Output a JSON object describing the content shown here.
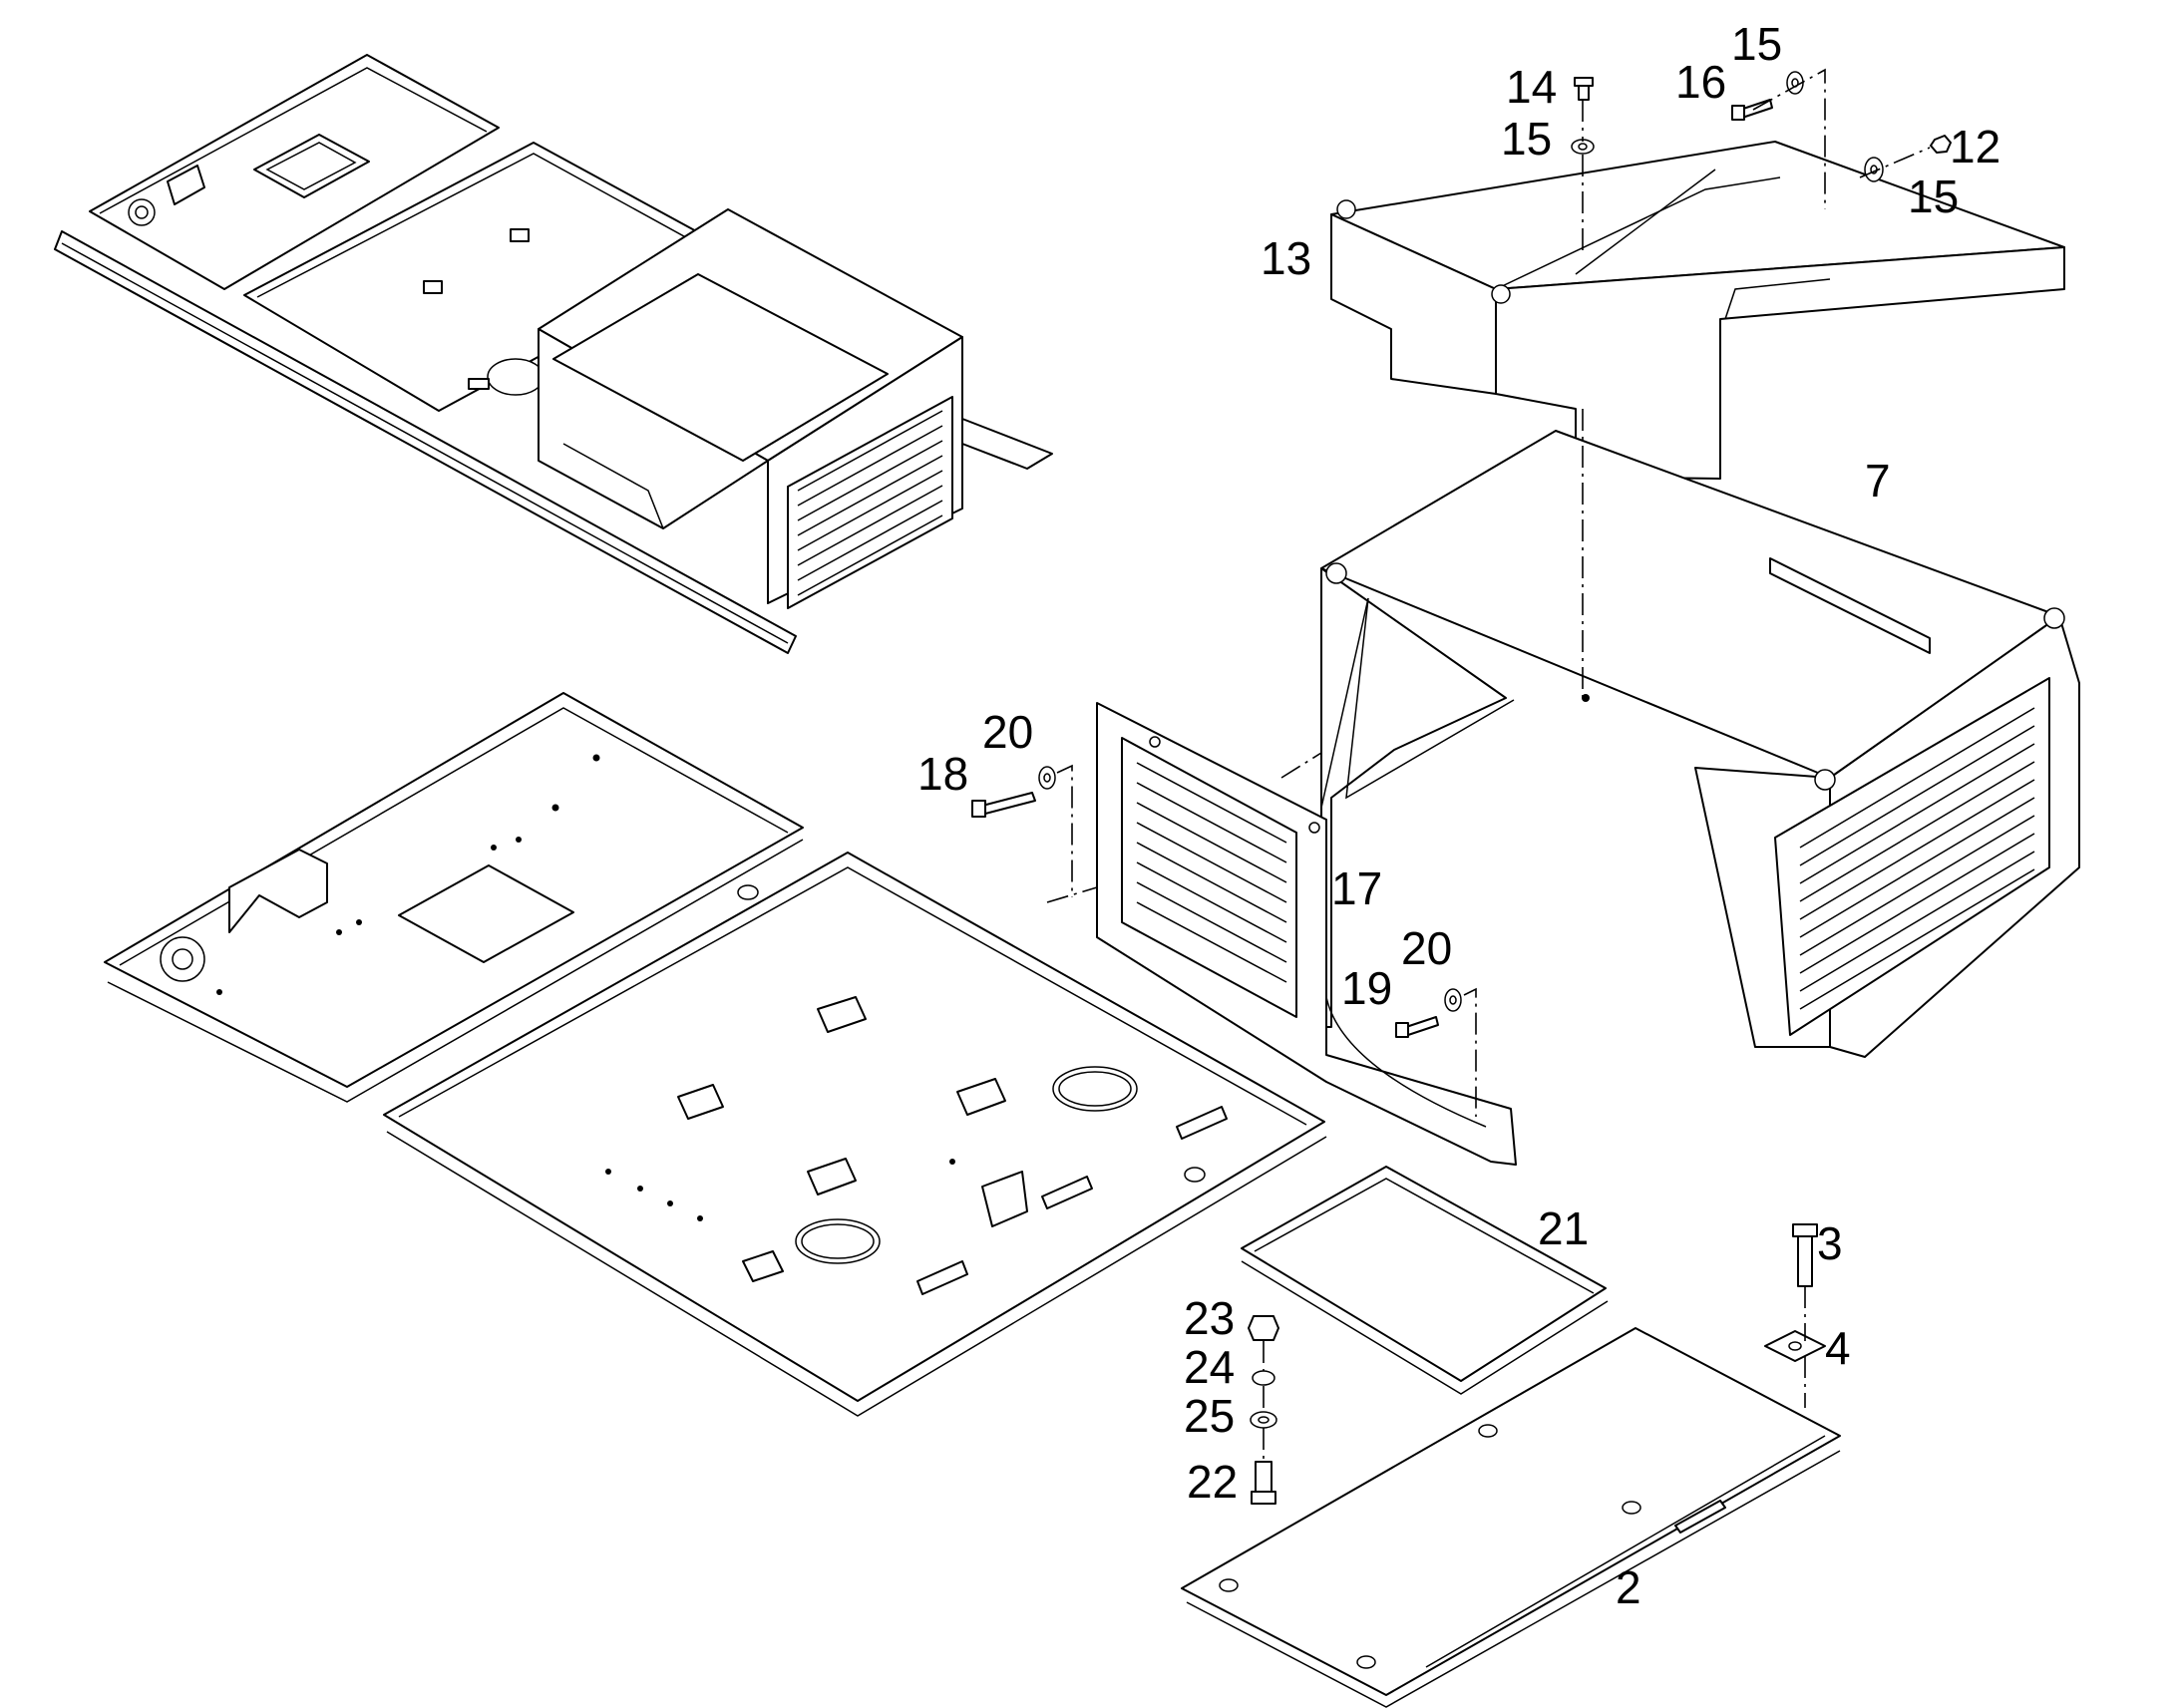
{
  "callouts": {
    "c14": "14",
    "c15a": "15",
    "c15b": "15",
    "c15c": "15",
    "c16": "16",
    "c12": "12",
    "c13": "13",
    "c7": "7",
    "c20a": "20",
    "c18": "18",
    "c17": "17",
    "c20b": "20",
    "c19": "19",
    "c21": "21",
    "c3": "3",
    "c4": "4",
    "c23": "23",
    "c24": "24",
    "c25": "25",
    "c22": "22",
    "c2": "2"
  }
}
